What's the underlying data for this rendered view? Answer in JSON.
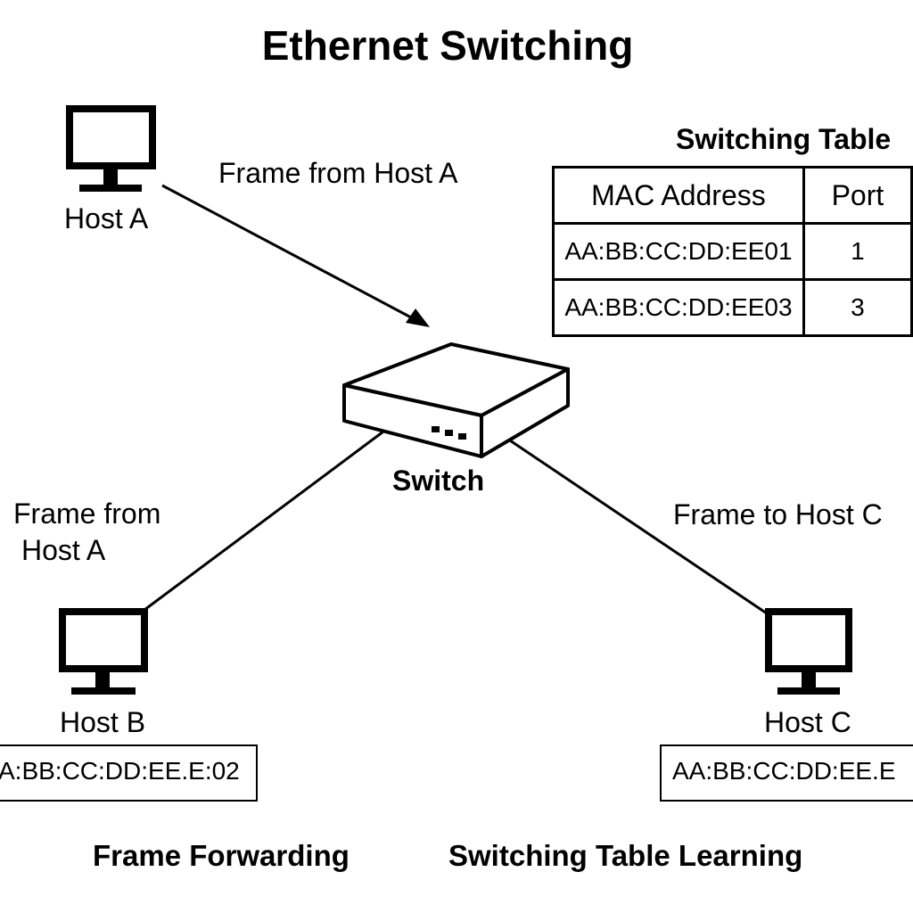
{
  "title": "Ethernet Switching",
  "hosts": {
    "a": {
      "label": "Host A"
    },
    "b": {
      "label": "Host B",
      "mac": "A:BB:CC:DD:EE.E:02"
    },
    "c": {
      "label": "Host C",
      "mac": "AA:BB:CC:DD:EE.E"
    }
  },
  "switch": {
    "label": "Switch"
  },
  "arrows": {
    "a_to_switch": "Frame from Host A",
    "switch_to_b": [
      "Frame from",
      "Host A"
    ],
    "switch_to_c": "Frame to Host C"
  },
  "table": {
    "title": "Switching Table",
    "headers": [
      "MAC Address",
      "Port"
    ],
    "rows": [
      [
        "AA:BB:CC:DD:EE01",
        "1"
      ],
      [
        "AA:BB:CC:DD:EE03",
        "3"
      ]
    ]
  },
  "captions": {
    "left": "Frame Forwarding",
    "right": "Switching Table Learning"
  },
  "colors": {
    "line": "#000000",
    "background": "#ffffff"
  }
}
